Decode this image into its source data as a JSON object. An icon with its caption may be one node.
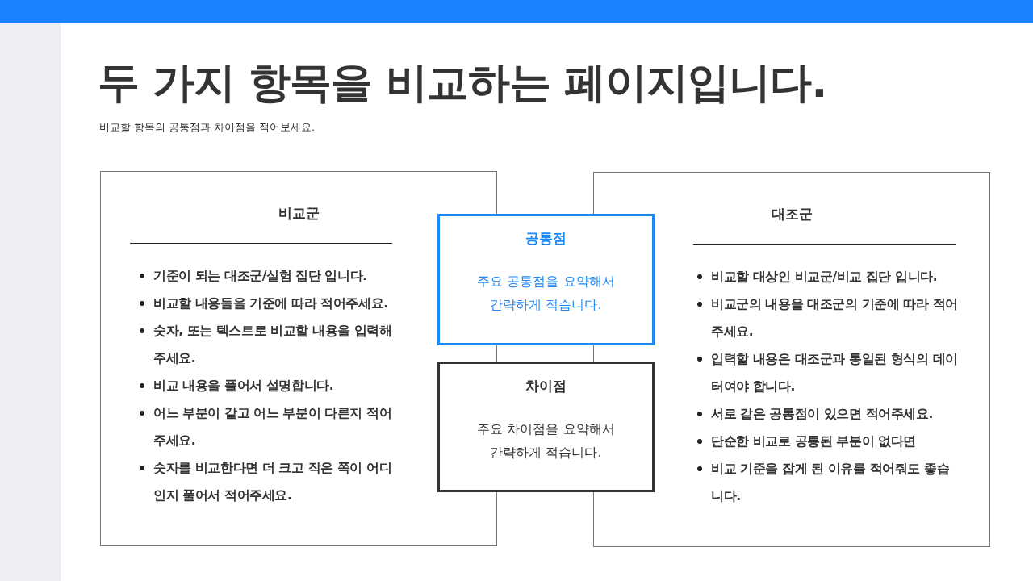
{
  "diagram": {
    "title": "두 가지 항목을 비교하는 페이지입니다.",
    "nodes": [
      {
        "text": [
          "비교군",
          "기준이 되는 대조군/실험 집단 입니다.",
          "비교할 내용들을 기준에 따라 적어주세요.",
          "숫자, 또는 텍스트로 비교할 내용을 입력해 주세요.",
          "비교 내용을 풀어서 설명합니다.",
          "어느 부분이 같고 어느 부분이 다른지 적어 주세요.",
          "숫자를 비교한다면 더 크고 작은 쪽이 어디 인지 풀어서 적어주세요."
        ]
      },
      {
        "text": [
          "공통점",
          "주요 공통점을 요약해서 간략하게 적습니다."
        ]
      },
      {
        "text": [
          "차이점",
          "주요 차이점을 요약해서 간략하게 적습니다."
        ]
      },
      {
        "text": [
          "대조군",
          "비교할 대상인 비교군/비교 집단 입니다.",
          "비교군의 내용을 대조군의 기준에 따라 적어주세요.",
          "입력할 내용은 대조군과 통일된 형식의 데이터여야 합니다.",
          "서로 같은 공통점이 있으면 적어주세요.",
          "단순한 비교로 공통된 부분이 없다면",
          "비교 기준을 잡게 된 이유를 적어줘도 좋습니다."
        ]
      }
    ],
    "labels": [
      "비교할 항목의 공통점과 차이점을 적어보세요."
    ]
  }
}
